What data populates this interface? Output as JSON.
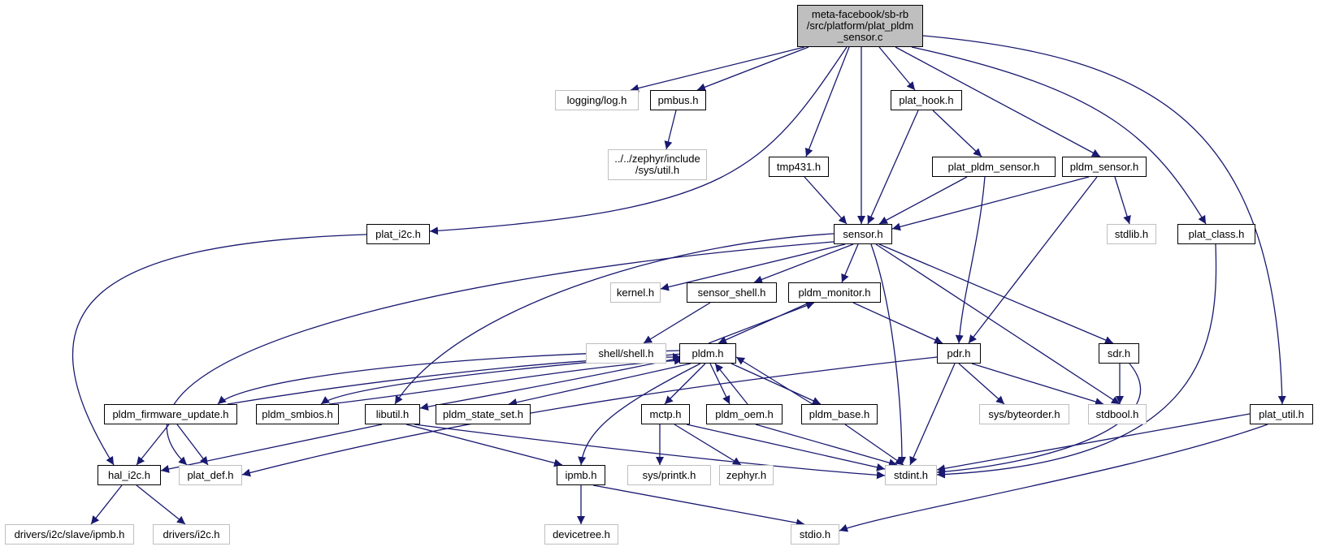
{
  "graph": {
    "edge_color": "#191970",
    "nodes": [
      {
        "id": "root",
        "label": "meta-facebook/sb-rb\n/src/platform/plat_pldm\n_sensor.c",
        "kind": "root"
      },
      {
        "id": "logging_log",
        "label": "logging/log.h",
        "kind": "external"
      },
      {
        "id": "pmbus",
        "label": "pmbus.h",
        "kind": "file"
      },
      {
        "id": "plat_hook",
        "label": "plat_hook.h",
        "kind": "file"
      },
      {
        "id": "zephyr_util",
        "label": "../../zephyr/include\n/sys/util.h",
        "kind": "external"
      },
      {
        "id": "tmp431",
        "label": "tmp431.h",
        "kind": "file"
      },
      {
        "id": "plat_pldm_sensor_h",
        "label": "plat_pldm_sensor.h",
        "kind": "file"
      },
      {
        "id": "pldm_sensor",
        "label": "pldm_sensor.h",
        "kind": "file"
      },
      {
        "id": "plat_i2c",
        "label": "plat_i2c.h",
        "kind": "file"
      },
      {
        "id": "sensor",
        "label": "sensor.h",
        "kind": "file"
      },
      {
        "id": "stdlib",
        "label": "stdlib.h",
        "kind": "external"
      },
      {
        "id": "plat_class",
        "label": "plat_class.h",
        "kind": "file"
      },
      {
        "id": "kernel",
        "label": "kernel.h",
        "kind": "external"
      },
      {
        "id": "sensor_shell",
        "label": "sensor_shell.h",
        "kind": "file"
      },
      {
        "id": "pldm_monitor",
        "label": "pldm_monitor.h",
        "kind": "file"
      },
      {
        "id": "shell",
        "label": "shell/shell.h",
        "kind": "external"
      },
      {
        "id": "pldm",
        "label": "pldm.h",
        "kind": "file"
      },
      {
        "id": "pdr",
        "label": "pdr.h",
        "kind": "file"
      },
      {
        "id": "sdr",
        "label": "sdr.h",
        "kind": "file"
      },
      {
        "id": "pldm_fw",
        "label": "pldm_firmware_update.h",
        "kind": "file"
      },
      {
        "id": "pldm_smbios",
        "label": "pldm_smbios.h",
        "kind": "file"
      },
      {
        "id": "libutil",
        "label": "libutil.h",
        "kind": "file"
      },
      {
        "id": "pldm_state_set",
        "label": "pldm_state_set.h",
        "kind": "file"
      },
      {
        "id": "mctp",
        "label": "mctp.h",
        "kind": "file"
      },
      {
        "id": "pldm_oem",
        "label": "pldm_oem.h",
        "kind": "file"
      },
      {
        "id": "pldm_base",
        "label": "pldm_base.h",
        "kind": "file"
      },
      {
        "id": "byteorder",
        "label": "sys/byteorder.h",
        "kind": "external"
      },
      {
        "id": "stdbool",
        "label": "stdbool.h",
        "kind": "external"
      },
      {
        "id": "plat_util",
        "label": "plat_util.h",
        "kind": "file"
      },
      {
        "id": "hal_i2c",
        "label": "hal_i2c.h",
        "kind": "file"
      },
      {
        "id": "plat_def",
        "label": "plat_def.h",
        "kind": "external"
      },
      {
        "id": "ipmb",
        "label": "ipmb.h",
        "kind": "file"
      },
      {
        "id": "printk",
        "label": "sys/printk.h",
        "kind": "external"
      },
      {
        "id": "zephyr_h",
        "label": "zephyr.h",
        "kind": "external"
      },
      {
        "id": "stdint",
        "label": "stdint.h",
        "kind": "external"
      },
      {
        "id": "drv_ipmb",
        "label": "drivers/i2c/slave/ipmb.h",
        "kind": "external"
      },
      {
        "id": "drv_i2c",
        "label": "drivers/i2c.h",
        "kind": "external"
      },
      {
        "id": "devicetree",
        "label": "devicetree.h",
        "kind": "external"
      },
      {
        "id": "stdio",
        "label": "stdio.h",
        "kind": "external"
      }
    ],
    "edges": [
      [
        "root",
        "logging_log"
      ],
      [
        "root",
        "pmbus"
      ],
      [
        "root",
        "plat_hook"
      ],
      [
        "root",
        "tmp431"
      ],
      [
        "root",
        "sensor"
      ],
      [
        "root",
        "pldm_sensor"
      ],
      [
        "root",
        "plat_i2c"
      ],
      [
        "root",
        "plat_class"
      ],
      [
        "root",
        "plat_util"
      ],
      [
        "pmbus",
        "zephyr_util"
      ],
      [
        "plat_hook",
        "sensor"
      ],
      [
        "plat_hook",
        "plat_pldm_sensor_h"
      ],
      [
        "tmp431",
        "sensor"
      ],
      [
        "plat_pldm_sensor_h",
        "sensor"
      ],
      [
        "plat_pldm_sensor_h",
        "pdr"
      ],
      [
        "pldm_sensor",
        "sensor"
      ],
      [
        "pldm_sensor",
        "stdlib"
      ],
      [
        "pldm_sensor",
        "pdr"
      ],
      [
        "plat_i2c",
        "hal_i2c"
      ],
      [
        "plat_class",
        "stdint"
      ],
      [
        "sensor",
        "kernel"
      ],
      [
        "sensor",
        "sensor_shell"
      ],
      [
        "sensor",
        "pldm_monitor"
      ],
      [
        "sensor",
        "sdr"
      ],
      [
        "sensor",
        "stdbool"
      ],
      [
        "sensor",
        "stdint"
      ],
      [
        "sensor",
        "libutil"
      ],
      [
        "sensor",
        "plat_def"
      ],
      [
        "sensor_shell",
        "shell"
      ],
      [
        "pldm_monitor",
        "pldm"
      ],
      [
        "pldm_monitor",
        "pdr"
      ],
      [
        "pldm",
        "pldm_monitor"
      ],
      [
        "pldm",
        "pldm_fw"
      ],
      [
        "pldm",
        "pldm_smbios"
      ],
      [
        "pldm",
        "libutil"
      ],
      [
        "pldm",
        "pldm_state_set"
      ],
      [
        "pldm",
        "mctp"
      ],
      [
        "pldm",
        "pldm_oem"
      ],
      [
        "pldm",
        "pldm_base"
      ],
      [
        "pldm",
        "ipmb"
      ],
      [
        "pldm_fw",
        "pldm"
      ],
      [
        "pldm_smbios",
        "pldm"
      ],
      [
        "pldm_oem",
        "pldm"
      ],
      [
        "pldm_base",
        "pldm"
      ],
      [
        "pdr",
        "byteorder"
      ],
      [
        "pdr",
        "stdbool"
      ],
      [
        "pdr",
        "stdint"
      ],
      [
        "pdr",
        "plat_def"
      ],
      [
        "sdr",
        "stdbool"
      ],
      [
        "sdr",
        "stdint"
      ],
      [
        "pldm_fw",
        "hal_i2c"
      ],
      [
        "pldm_fw",
        "plat_def"
      ],
      [
        "libutil",
        "hal_i2c"
      ],
      [
        "libutil",
        "ipmb"
      ],
      [
        "libutil",
        "stdint"
      ],
      [
        "mctp",
        "printk"
      ],
      [
        "mctp",
        "zephyr_h"
      ],
      [
        "mctp",
        "stdint"
      ],
      [
        "pldm_oem",
        "stdint"
      ],
      [
        "pldm_base",
        "stdint"
      ],
      [
        "plat_util",
        "stdint"
      ],
      [
        "plat_util",
        "stdio"
      ],
      [
        "hal_i2c",
        "drv_ipmb"
      ],
      [
        "hal_i2c",
        "drv_i2c"
      ],
      [
        "ipmb",
        "devicetree"
      ],
      [
        "ipmb",
        "stdio"
      ]
    ]
  }
}
